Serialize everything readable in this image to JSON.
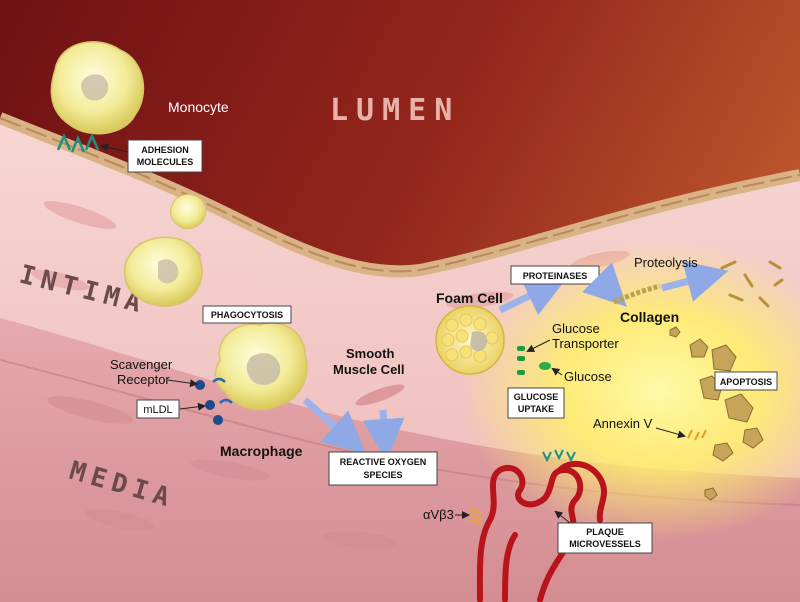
{
  "regions": {
    "lumen": "LUMEN",
    "intima": "INTIMA",
    "media": "MEDIA"
  },
  "labels": {
    "monocyte": "Monocyte",
    "adhesion_line1": "ADHESION",
    "adhesion_line2": "MOLECULES",
    "phagocytosis": "PHAGOCYTOSIS",
    "scavenger_line1": "Scavenger",
    "scavenger_line2": "Receptor",
    "mldl": "mLDL",
    "macrophage": "Macrophage",
    "smooth_line1": "Smooth",
    "smooth_line2": "Muscle Cell",
    "ros_line1": "REACTIVE OXYGEN",
    "ros_line2": "SPECIES",
    "foam_cell": "Foam Cell",
    "proteinases": "PROTEINASES",
    "proteolysis": "Proteolysis",
    "collagen": "Collagen",
    "glucose_transporter_line1": "Glucose",
    "glucose_transporter_line2": "Transporter",
    "glucose": "Glucose",
    "glucose_uptake_line1": "GLUCOSE",
    "glucose_uptake_line2": "UPTAKE",
    "apoptosis": "APOPTOSIS",
    "annexin": "Annexin V",
    "integrin": "αVβ3",
    "plaque_line1": "PLAQUE",
    "plaque_line2": "MICROVESSELS"
  },
  "colors": {
    "lumen_dark": "#7a1518",
    "lumen_mid": "#a8321f",
    "lumen_light": "#c0562c",
    "intima": "#f3cbc9",
    "media": "#e2a3a6",
    "media_dark": "#c98287",
    "endothelium": "#c99a6e",
    "plaque_glow": "#fff26a",
    "arrow": "#9fb4ea",
    "vessel": "#c31e24",
    "label_border": "#444444"
  },
  "icons": {
    "arrow": "pathway-arrow",
    "receptor": "receptor-icon",
    "ldl": "ldl-particle-icon"
  }
}
